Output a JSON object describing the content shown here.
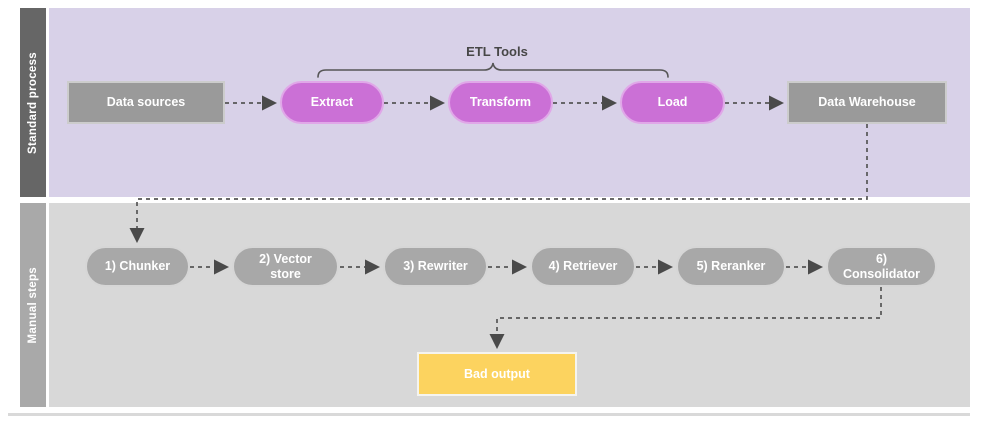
{
  "lanes": {
    "standard": {
      "label": "Standard process",
      "annotation_label": "ETL Tools",
      "nodes": {
        "data_sources": "Data sources",
        "extract": "Extract",
        "transform": "Transform",
        "load": "Load",
        "data_warehouse": "Data Warehouse"
      }
    },
    "manual": {
      "label": "Manual steps",
      "nodes": {
        "chunker": "1) Chunker",
        "vector_store": "2) Vector\nstore",
        "rewriter": "3) Rewriter",
        "retriever": "4) Retriever",
        "reranker": "5) Reranker",
        "consolidator": "6)\nConsolidator",
        "bad_output": "Bad output"
      }
    }
  },
  "colors": {
    "standard_lane_bg": "#d8d1e8",
    "manual_lane_bg": "#d8d8d8",
    "standard_lane_bar": "#666666",
    "manual_lane_bar": "#a9a9a9",
    "etl_pill_fill": "#cb70d6",
    "gray_node_fill": "#9a9a9a",
    "manual_pill_fill": "#a8a8a8",
    "bad_output_fill": "#fcd35f",
    "connector": "#565656"
  }
}
